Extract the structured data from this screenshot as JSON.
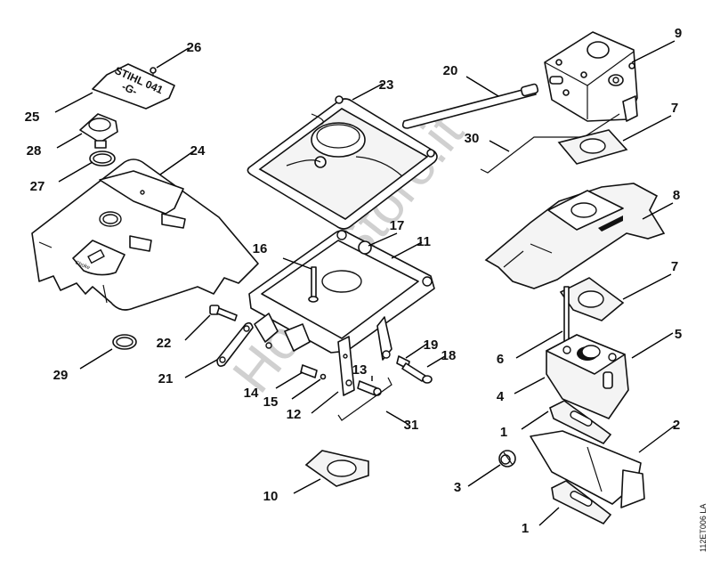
{
  "diagram": {
    "title": "Exploded parts diagram – air filter, carburetor and muffler assembly",
    "nameplate": {
      "line1": "STIHL 041",
      "line2": "-G-"
    },
    "choke_label": "Choke",
    "watermark": "HobbyStore.it",
    "reference_code": "112ET006 LA"
  },
  "callouts": [
    {
      "id": "26",
      "label": "26"
    },
    {
      "id": "25",
      "label": "25"
    },
    {
      "id": "28",
      "label": "28"
    },
    {
      "id": "27",
      "label": "27"
    },
    {
      "id": "24",
      "label": "24"
    },
    {
      "id": "23",
      "label": "23"
    },
    {
      "id": "20",
      "label": "20"
    },
    {
      "id": "9",
      "label": "9"
    },
    {
      "id": "7a",
      "label": "7"
    },
    {
      "id": "30",
      "label": "30"
    },
    {
      "id": "8",
      "label": "8"
    },
    {
      "id": "16",
      "label": "16"
    },
    {
      "id": "17",
      "label": "17"
    },
    {
      "id": "11",
      "label": "11"
    },
    {
      "id": "7b",
      "label": "7"
    },
    {
      "id": "22",
      "label": "22"
    },
    {
      "id": "21",
      "label": "21"
    },
    {
      "id": "29",
      "label": "29"
    },
    {
      "id": "19",
      "label": "19"
    },
    {
      "id": "18",
      "label": "18"
    },
    {
      "id": "13",
      "label": "13"
    },
    {
      "id": "14",
      "label": "14"
    },
    {
      "id": "15",
      "label": "15"
    },
    {
      "id": "12",
      "label": "12"
    },
    {
      "id": "31",
      "label": "31"
    },
    {
      "id": "6",
      "label": "6"
    },
    {
      "id": "5",
      "label": "5"
    },
    {
      "id": "4",
      "label": "4"
    },
    {
      "id": "1a",
      "label": "1"
    },
    {
      "id": "2",
      "label": "2"
    },
    {
      "id": "3",
      "label": "3"
    },
    {
      "id": "10",
      "label": "10"
    },
    {
      "id": "1b",
      "label": "1"
    }
  ]
}
